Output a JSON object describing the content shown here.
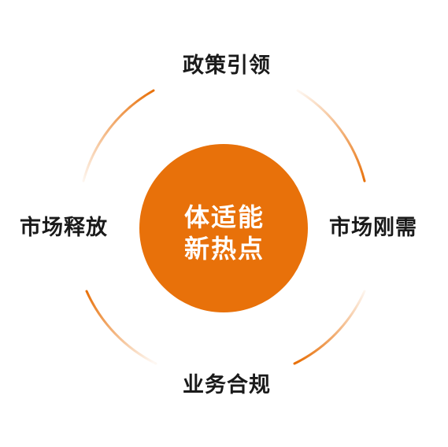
{
  "diagram": {
    "center": {
      "line1": "体适能",
      "line2": "新热点",
      "fill_color": "#E8710A",
      "text_color": "#FFFFFF"
    },
    "labels": {
      "top": "政策引领",
      "right": "市场刚需",
      "bottom": "业务合规",
      "left": "市场释放"
    },
    "ring": {
      "color_strong": "#E8710A",
      "color_faded": "#FBE3CC",
      "segment_count": 4
    }
  }
}
